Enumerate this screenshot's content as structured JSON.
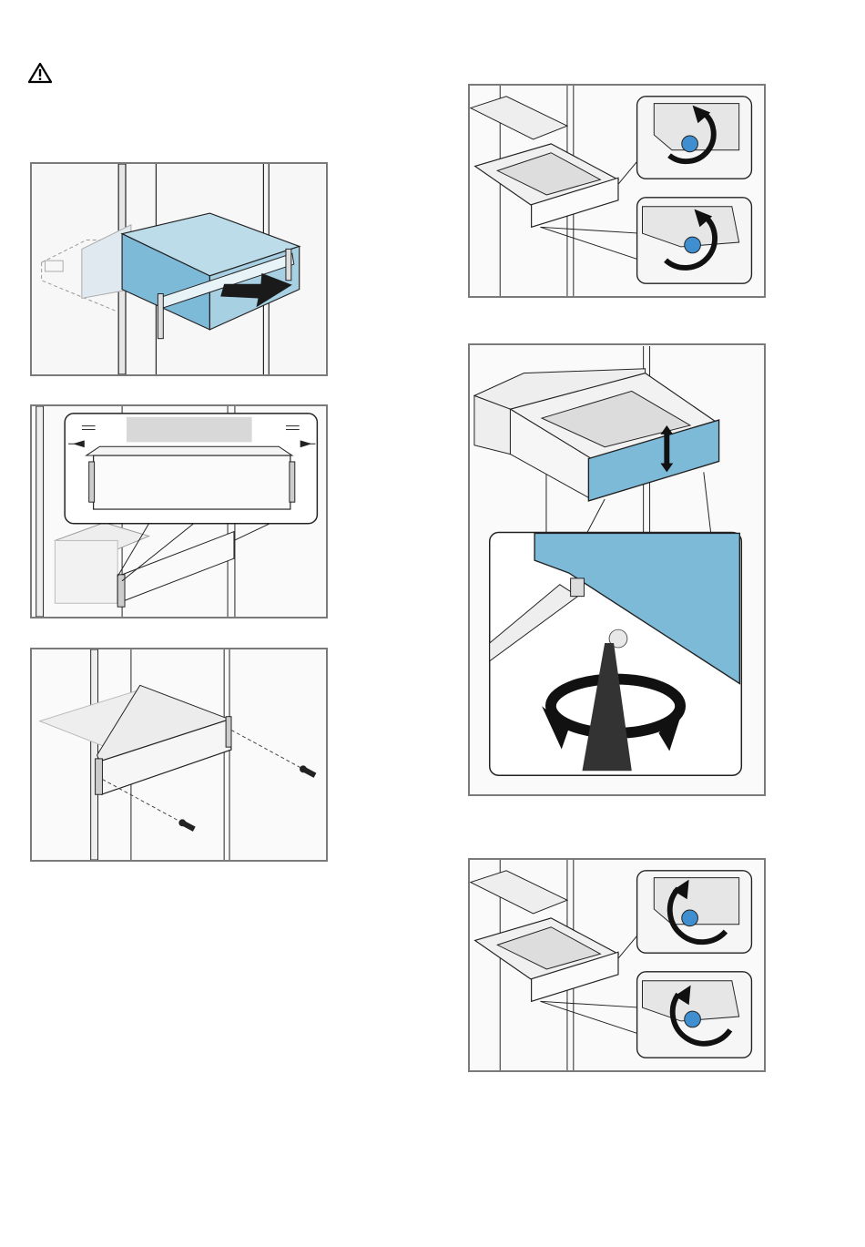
{
  "page": {
    "warning_icon": "warning-triangle-icon"
  },
  "figures": [
    {
      "id": "fig-1",
      "description_icon": "push-drawer-into-niche"
    },
    {
      "id": "fig-2",
      "description_icon": "center-drawer-equal-gaps"
    },
    {
      "id": "fig-3",
      "description_icon": "screw-drawer-to-cabinet"
    },
    {
      "id": "fig-4",
      "description_icon": "loosen-screws-rotate"
    },
    {
      "id": "fig-5",
      "description_icon": "adjust-front-height"
    },
    {
      "id": "fig-6",
      "description_icon": "tighten-screws-rotate"
    }
  ],
  "colors": {
    "accent_blue": "#7dbad7",
    "screw_blue": "#3f8fd0",
    "frame_gray": "#7a7a7a",
    "cabinet_fill": "#f0f0f0"
  }
}
